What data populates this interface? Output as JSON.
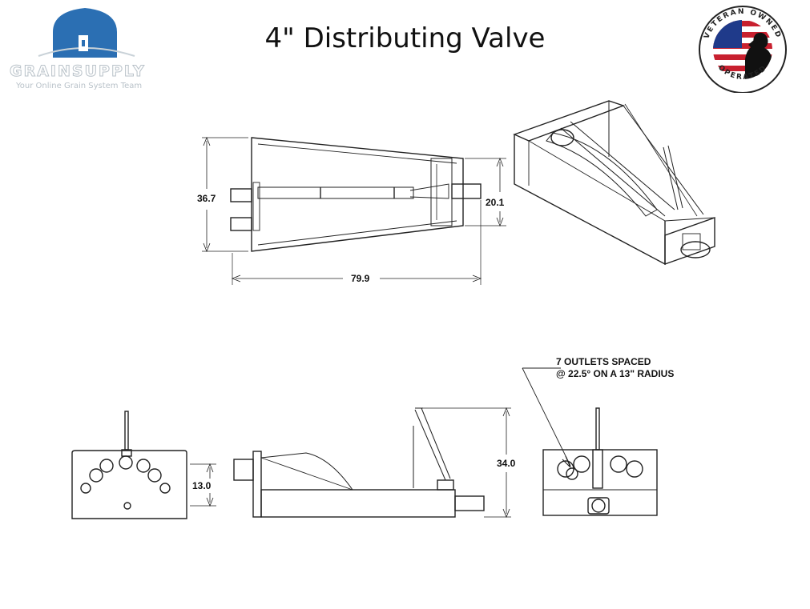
{
  "title": "4\" Distributing Valve",
  "logo_left": {
    "brand": "GRAINSUPPLY",
    "tagline": "Your Online Grain System Team",
    "icon": "silo-icon"
  },
  "logo_right": {
    "top_text": "VETERAN OWNED",
    "bottom_text": "OPERATED",
    "icon": "flag-salute-icon"
  },
  "dimensions": {
    "height_left": "36.7",
    "height_right": "20.1",
    "length": "79.9",
    "end_view_height": "13.0",
    "side_view_height": "34.0"
  },
  "callout": {
    "line1": "7 OUTLETS SPACED",
    "line2": "@ 22.5° ON A 13\" RADIUS"
  }
}
